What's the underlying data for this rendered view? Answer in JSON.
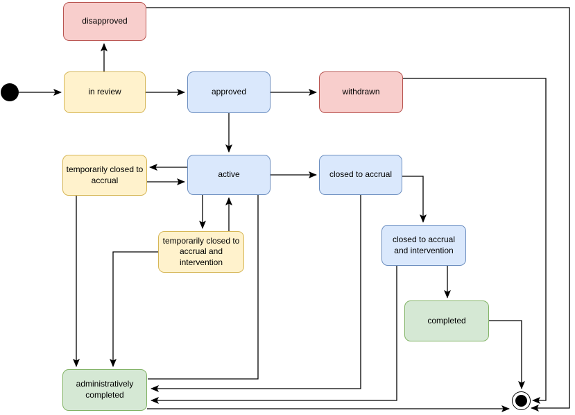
{
  "diagram": {
    "kind": "state-machine",
    "background": "#ffffff",
    "palette": {
      "yellow": {
        "fill": "#FFF2CC",
        "stroke": "#D6B656"
      },
      "blue": {
        "fill": "#DAE8FC",
        "stroke": "#6C8EBF"
      },
      "red": {
        "fill": "#F8CECC",
        "stroke": "#B85450"
      },
      "green": {
        "fill": "#D5E8D4",
        "stroke": "#82B366"
      },
      "line": "#000000",
      "text": "#000000"
    },
    "states": {
      "start": {
        "kind": "initial",
        "label": ""
      },
      "disapproved": {
        "label": "disapproved",
        "color": "red"
      },
      "in_review": {
        "label": "in review",
        "color": "yellow"
      },
      "approved": {
        "label": "approved",
        "color": "blue"
      },
      "withdrawn": {
        "label": "withdrawn",
        "color": "red"
      },
      "tca": {
        "label": "temporarily closed to\naccrual",
        "color": "yellow"
      },
      "active": {
        "label": "active",
        "color": "blue"
      },
      "ca": {
        "label": "closed to accrual",
        "color": "blue"
      },
      "tcai": {
        "label": "temporarily closed to\naccrual and\nintervention",
        "color": "yellow"
      },
      "cai": {
        "label": "closed to accrual\nand intervention",
        "color": "blue"
      },
      "completed": {
        "label": "completed",
        "color": "green"
      },
      "admin_completed": {
        "label": "administratively\ncompleted",
        "color": "green"
      },
      "end": {
        "kind": "final",
        "label": ""
      }
    },
    "transitions": [
      {
        "from": "start",
        "to": "in review"
      },
      {
        "from": "in review",
        "to": "disapproved"
      },
      {
        "from": "in review",
        "to": "approved"
      },
      {
        "from": "approved",
        "to": "withdrawn"
      },
      {
        "from": "approved",
        "to": "active"
      },
      {
        "from": "active",
        "to": "temporarily closed to accrual"
      },
      {
        "from": "temporarily closed to accrual",
        "to": "active"
      },
      {
        "from": "active",
        "to": "temporarily closed to accrual and intervention"
      },
      {
        "from": "temporarily closed to accrual and intervention",
        "to": "active"
      },
      {
        "from": "active",
        "to": "closed to accrual"
      },
      {
        "from": "closed to accrual",
        "to": "closed to accrual and intervention"
      },
      {
        "from": "closed to accrual and intervention",
        "to": "completed"
      },
      {
        "from": "completed",
        "to": "end"
      },
      {
        "from": "withdrawn",
        "to": "end"
      },
      {
        "from": "disapproved",
        "to": "end"
      },
      {
        "from": "administratively completed",
        "to": "end"
      },
      {
        "from": "temporarily closed to accrual",
        "to": "administratively completed"
      },
      {
        "from": "temporarily closed to accrual and intervention",
        "to": "administratively completed"
      },
      {
        "from": "active",
        "to": "administratively completed"
      },
      {
        "from": "closed to accrual",
        "to": "administratively completed"
      },
      {
        "from": "closed to accrual and intervention",
        "to": "administratively completed"
      }
    ]
  }
}
